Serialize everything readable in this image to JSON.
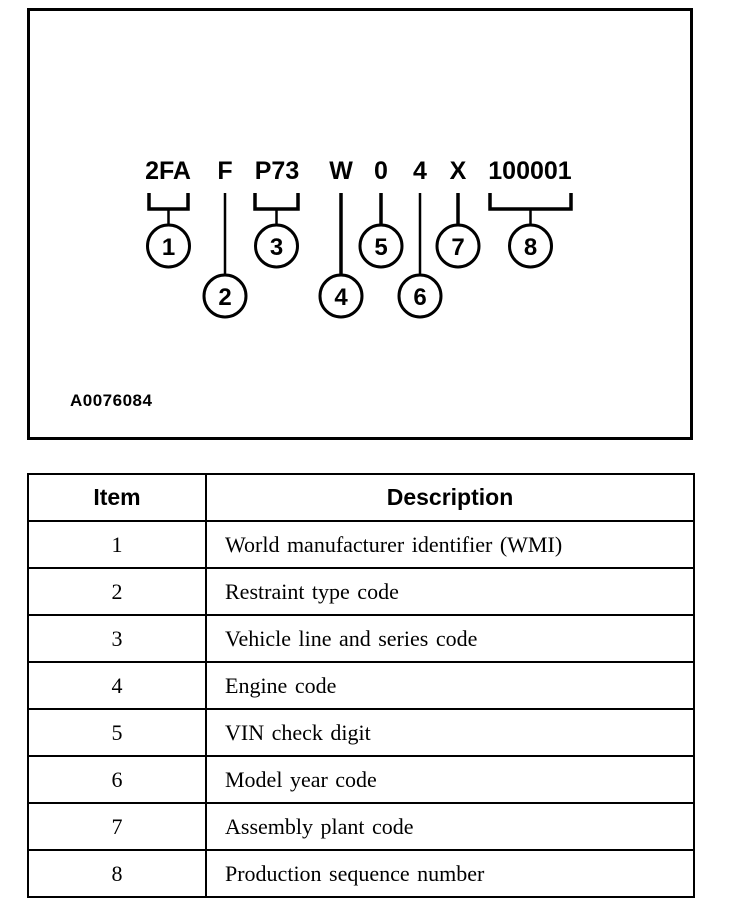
{
  "figure": {
    "code_label": "A0076084",
    "vin_segments": [
      {
        "text": "2FA",
        "callout": "1",
        "connector": "bracket",
        "row": "upper"
      },
      {
        "text": "F",
        "callout": "2",
        "connector": "line",
        "row": "lower"
      },
      {
        "text": "P73",
        "callout": "3",
        "connector": "bracket",
        "row": "upper"
      },
      {
        "text": "W",
        "callout": "4",
        "connector": "line",
        "row": "lower"
      },
      {
        "text": "0",
        "callout": "5",
        "connector": "line",
        "row": "upper"
      },
      {
        "text": "4",
        "callout": "6",
        "connector": "line",
        "row": "lower"
      },
      {
        "text": "X",
        "callout": "7",
        "connector": "line",
        "row": "upper"
      },
      {
        "text": "100001",
        "callout": "8",
        "connector": "bracket",
        "row": "upper"
      }
    ]
  },
  "table": {
    "headers": {
      "item": "Item",
      "description": "Description"
    },
    "rows": [
      {
        "item": "1",
        "description": "World manufacturer identifier (WMI)"
      },
      {
        "item": "2",
        "description": "Restraint type code"
      },
      {
        "item": "3",
        "description": "Vehicle line and series code"
      },
      {
        "item": "4",
        "description": "Engine code"
      },
      {
        "item": "5",
        "description": "VIN check digit"
      },
      {
        "item": "6",
        "description": "Model year code"
      },
      {
        "item": "7",
        "description": "Assembly plant code"
      },
      {
        "item": "8",
        "description": "Production sequence number"
      }
    ]
  },
  "colors": {
    "ink": "#000000",
    "paper": "#ffffff"
  }
}
